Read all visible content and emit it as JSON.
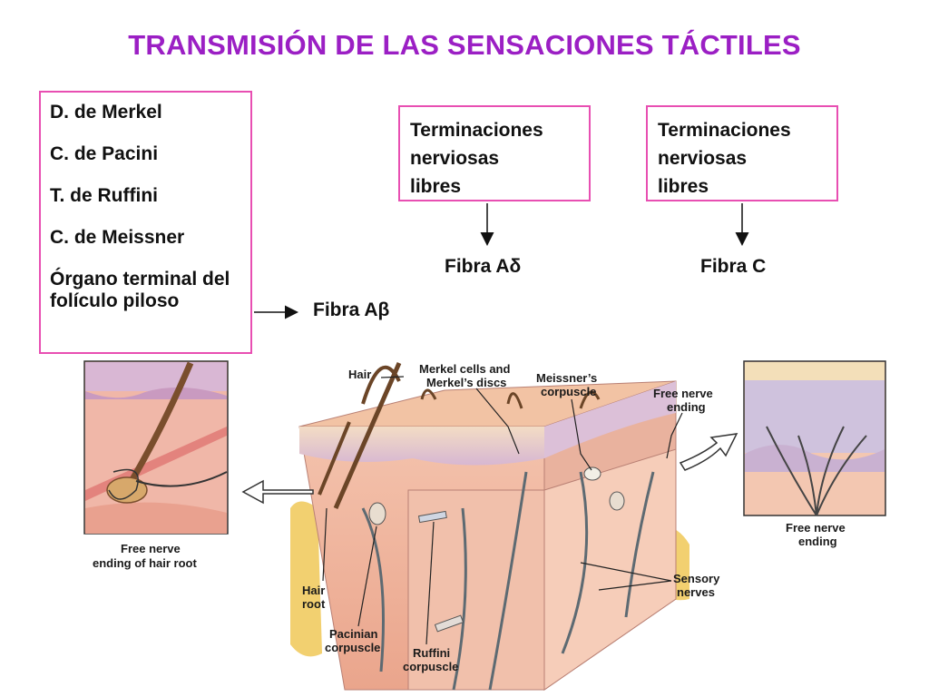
{
  "title": "TRANSMISIÓN DE LAS SENSACIONES TÁCTILES",
  "receptors_box": {
    "items": [
      "D. de Merkel",
      "C. de Pacini",
      "T. de Ruffini",
      "C. de Meissner",
      "Órgano terminal del folículo piloso"
    ]
  },
  "box_middle": {
    "text_lines": [
      "Terminaciones",
      "nerviosas",
      "libres"
    ]
  },
  "box_right": {
    "text_lines": [
      "Terminaciones",
      "nerviosas",
      "libres"
    ]
  },
  "fibers": {
    "a_beta": "Fibra Aβ",
    "a_delta": "Fibra Aδ",
    "c": "Fibra C"
  },
  "illustration_labels": {
    "hair": "Hair",
    "merkel_1": "Merkel  cells and",
    "merkel_2": "Merkel’s discs",
    "meissner_1": "Meissner’s",
    "meissner_2": "corpuscle",
    "free_top_1": "Free nerve",
    "free_top_2": "ending",
    "free_right_1": "Free nerve",
    "free_right_2": "ending",
    "hair_root_free_1": "Free nerve",
    "hair_root_free_2": "ending of hair root",
    "hair_root_1": "Hair",
    "hair_root_2": "root",
    "pacinian_1": "Pacinian",
    "pacinian_2": "corpuscle",
    "ruffini_1": "Ruffini",
    "ruffini_2": "corpuscle",
    "sensory_1": "Sensory",
    "sensory_2": "nerves"
  },
  "colors": {
    "title": "#9b1fc4",
    "box_border": "#e84fb2"
  }
}
